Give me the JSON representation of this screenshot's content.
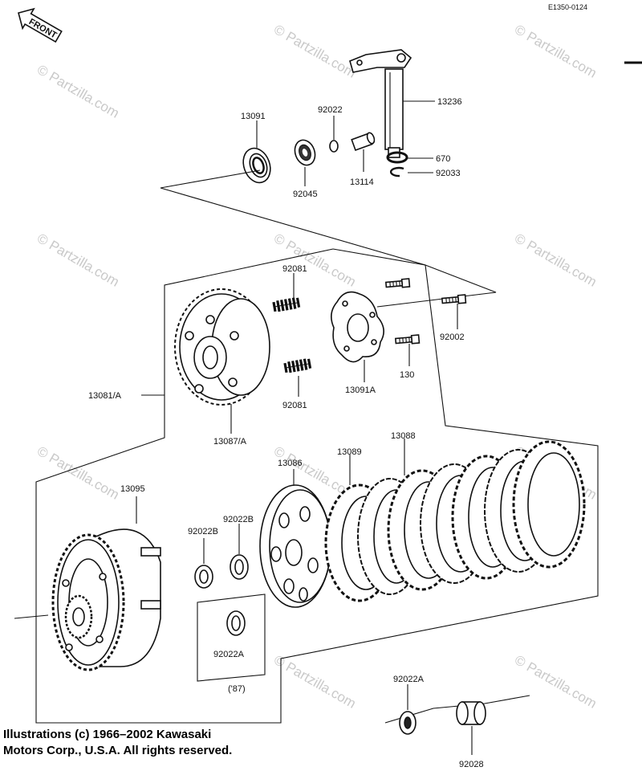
{
  "diagram_code": "E1350-0124",
  "front_label": "FRONT",
  "watermark": "© Partzilla.com",
  "parts": {
    "p13236": "13236",
    "p13091": "13091",
    "p92022_top": "92022",
    "p670": "670",
    "p92033": "92033",
    "p92045": "92045",
    "p13114": "13114",
    "p92081_a": "92081",
    "p92081_b": "92081",
    "p92002": "92002",
    "p130": "130",
    "p13091A": "13091A",
    "p13081A": "13081/A",
    "p13087A": "13087/A",
    "p13086": "13086",
    "p13089": "13089",
    "p13088": "13088",
    "p13095": "13095",
    "p92022B_a": "92022B",
    "p92022B_b": "92022B",
    "p92022A_a": "92022A",
    "p87": "('87)",
    "p92022A_b": "92022A",
    "p92028": "92028"
  },
  "copyright": {
    "line1": "Illustrations (c) 1966–2002 Kawasaki",
    "line2": "Motors Corp., U.S.A.  All rights reserved."
  }
}
